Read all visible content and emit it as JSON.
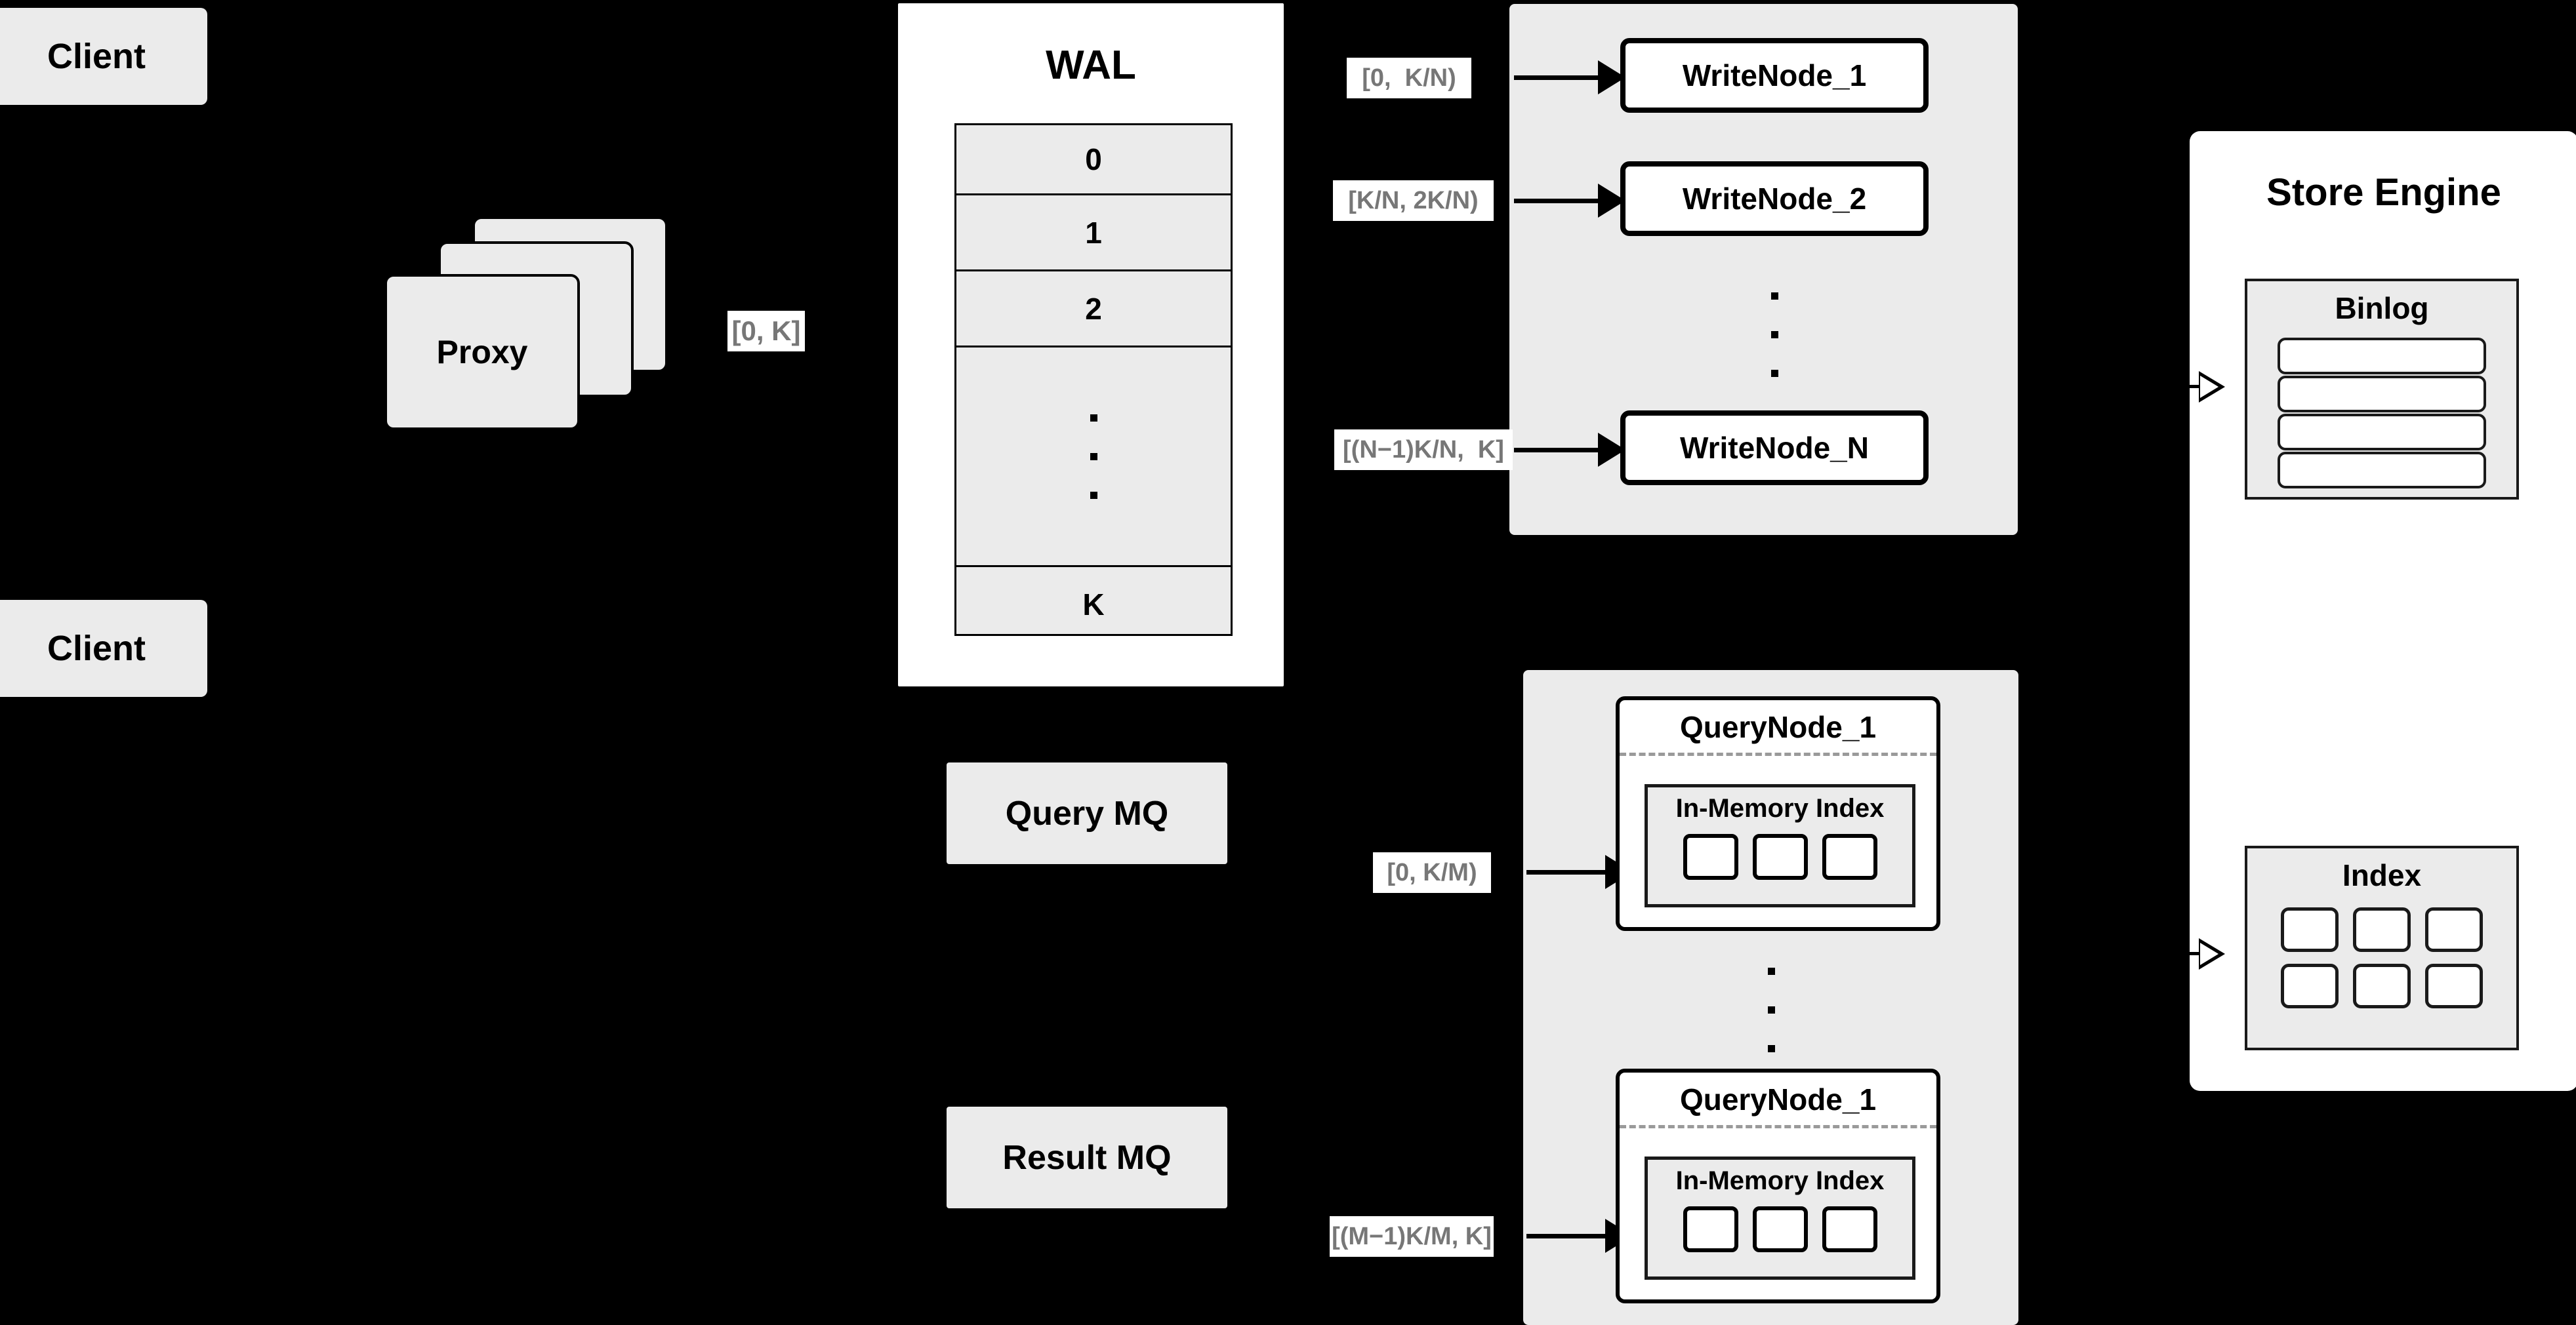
{
  "diagram": {
    "background_color": "#000000",
    "panel_color": "#ebebeb",
    "label_text_color": "#777777"
  },
  "clients": [
    {
      "label": "Client"
    },
    {
      "label": "Client"
    }
  ],
  "proxy": {
    "label": "Proxy",
    "stack_count": 3
  },
  "proxy_range_label": "[0, K]",
  "wal": {
    "title": "WAL",
    "rows": [
      "0",
      "1",
      "2",
      "⋮",
      "K"
    ],
    "dots_row_index": 3
  },
  "write_cluster": {
    "nodes": [
      {
        "label": "WriteNode_1",
        "range_label": "[0,  K/N)"
      },
      {
        "label": "WriteNode_2",
        "range_label": "[K/N, 2K/N)"
      },
      {
        "label": "WriteNode_N",
        "range_label": "[(N−1)K/N,  K]"
      }
    ],
    "ellipsis": "⋮"
  },
  "query_mq": {
    "label": "Query MQ"
  },
  "result_mq": {
    "label": "Result MQ"
  },
  "query_cluster": {
    "nodes": [
      {
        "label": "QueryNode_1",
        "range_label": "[0, K/M)",
        "index": {
          "title": "In-Memory Index",
          "chip_count": 3
        }
      },
      {
        "label": "QueryNode_1",
        "range_label": "[(M−1)K/M, K]",
        "index": {
          "title": "In-Memory Index",
          "chip_count": 3
        }
      }
    ],
    "ellipsis": "⋮"
  },
  "store_engine": {
    "title": "Store Engine",
    "binlog": {
      "title": "Binlog",
      "bar_count": 4
    },
    "index": {
      "title": "Index",
      "chip_rows": 2,
      "chip_cols": 3
    }
  }
}
